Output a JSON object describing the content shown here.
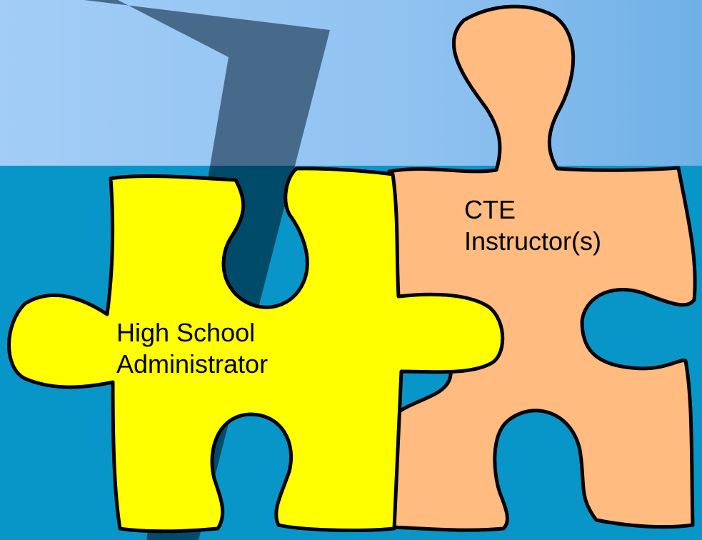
{
  "pieces": [
    {
      "id": "yellow",
      "lines": [
        "High School",
        "Administrator"
      ],
      "fill": "#ffff00"
    },
    {
      "id": "orange",
      "lines": [
        "CTE",
        "Instructor(s)"
      ],
      "fill": "#ffbb80"
    }
  ],
  "colors": {
    "background_light": "#9cc9f5",
    "background_dark": "#0896c8",
    "stripe": "#476a8a",
    "stripe_dark": "#004a6a",
    "outline": "#000000"
  }
}
